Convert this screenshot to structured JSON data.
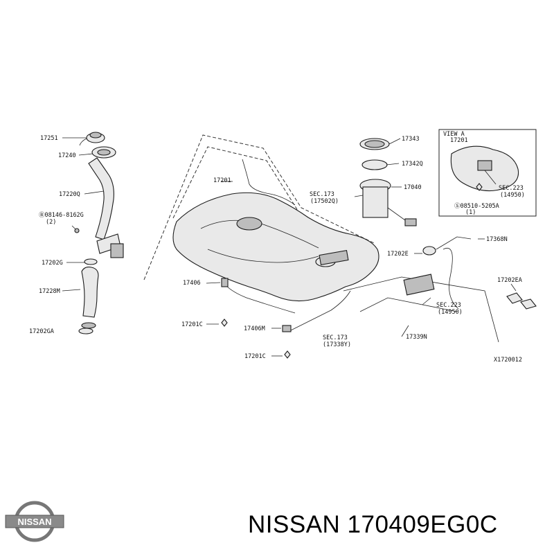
{
  "labels": {
    "l17251": "17251",
    "l17240": "17240",
    "l17220q": "17220Q",
    "lbolt": "Ⓑ08146-8162G",
    "lbolt_qty": "(2)",
    "l17202g": "17202G",
    "l17228m": "17228M",
    "l17202ga": "17202GA",
    "l17201": "17201",
    "l17406": "17406",
    "l17201c_a": "17201C",
    "l17406m": "17406M",
    "l17201c_b": "17201C",
    "l17343": "17343",
    "l17342q": "17342Q",
    "lsec173a": "SEC.173",
    "lsec173a_sub": "(17502Q)",
    "l17040": "17040",
    "l17202e": "17202E",
    "l17368n": "17368N",
    "lsec223a": "SEC.223",
    "lsec223a_sub": "(14950)",
    "lsec173b": "SEC.173",
    "lsec173b_sub": "(17338Y)",
    "l17339n": "17339N",
    "l17202ea": "17202EA",
    "l_view": "VIEW A",
    "l_inset17201": "17201",
    "lsec223b": "SEC.223",
    "lsec223b_sub": "(14950)",
    "lscrew": "Ⓢ08510-5205A",
    "lscrew_qty": "(1)",
    "l_code": "X1720012"
  },
  "logo": {
    "text": "NISSAN"
  },
  "footer": {
    "title": "NISSAN 170409EG0C"
  }
}
